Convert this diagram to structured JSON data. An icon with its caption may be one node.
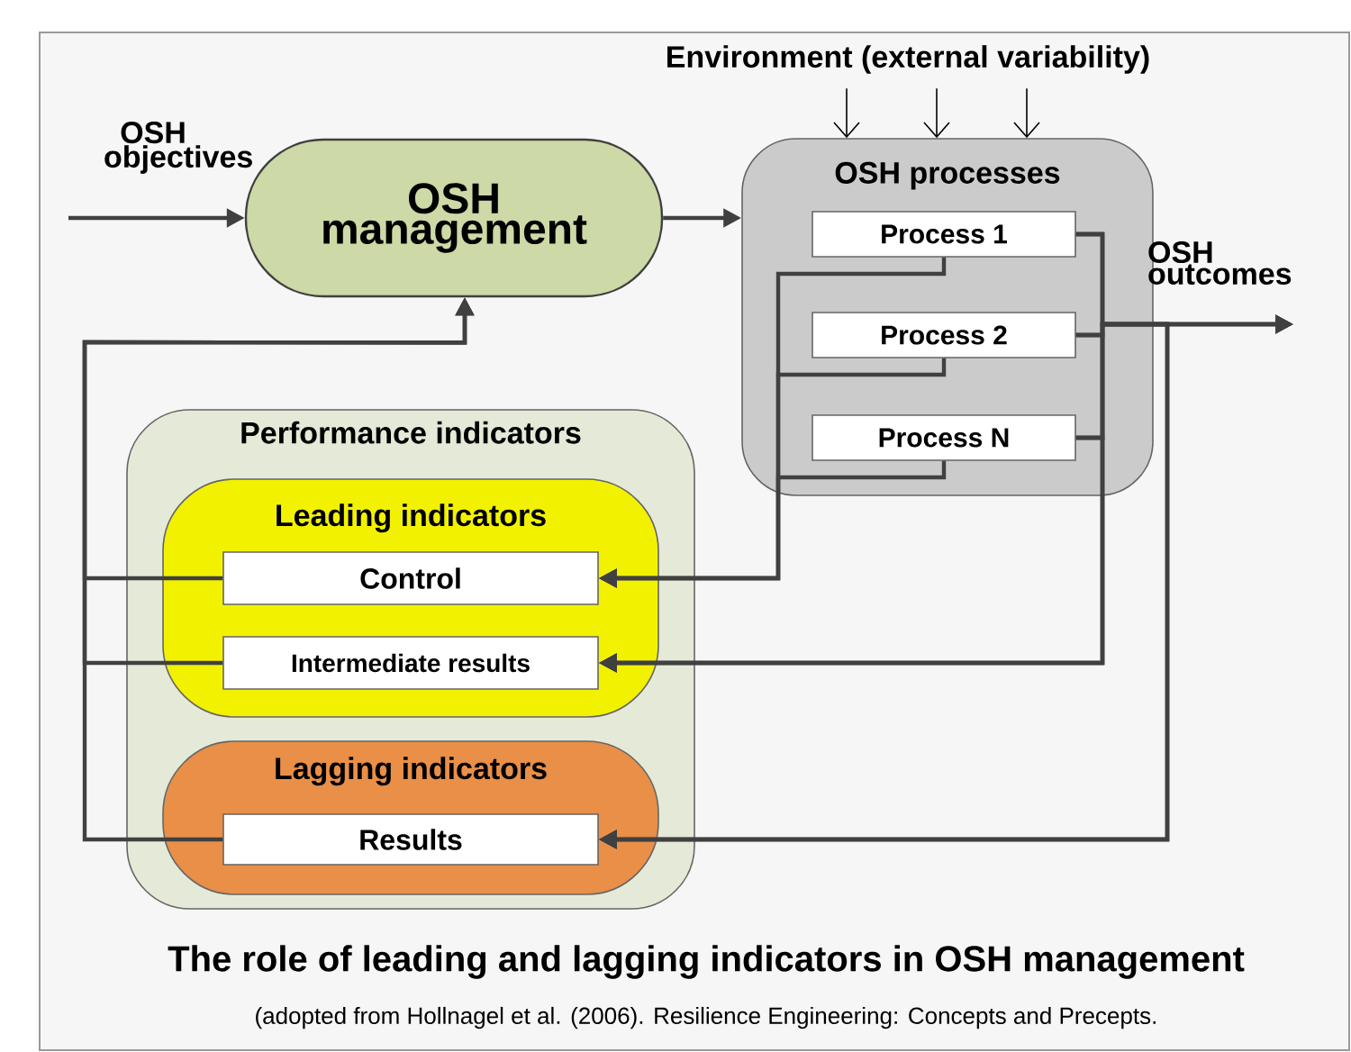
{
  "diagram": {
    "title": "The role of leading and lagging indicators in OSH management",
    "caption": "(adopted from Hollnagel et al. (2006). Resilience Engineering: Concepts and Precepts.",
    "nodes": [
      {
        "text": [
          "OSH management"
        ]
      },
      {
        "text": [
          "OSH processes"
        ]
      },
      {
        "text": [
          "Process 1"
        ],
        "in": 1
      },
      {
        "text": [
          "Process 2"
        ],
        "in": 1
      },
      {
        "text": [
          "Process N"
        ],
        "in": 1
      },
      {
        "text": [
          "Performance indicators"
        ]
      },
      {
        "text": [
          "Leading indicators"
        ],
        "in": 5
      },
      {
        "text": [
          "Control"
        ],
        "in": 6
      },
      {
        "text": [
          "Intermediate results"
        ],
        "in": 6
      },
      {
        "text": [
          "Lagging indicators"
        ],
        "in": 5
      },
      {
        "text": [
          "Results"
        ],
        "in": 9
      },
      {
        "text": [
          "Environment (external variability)"
        ]
      }
    ],
    "edges": [
      {
        "from": null,
        "to": 0,
        "arrow": "to",
        "label": "OSH objectives"
      },
      {
        "from": 0,
        "to": 1,
        "arrow": "to"
      },
      {
        "from": 11,
        "to": 1,
        "arrow": "to"
      },
      {
        "from": 11,
        "to": 1,
        "arrow": "to"
      },
      {
        "from": 11,
        "to": 1,
        "arrow": "to"
      },
      {
        "from": 2,
        "to": null,
        "arrow": "to",
        "label": "OSH outcomes"
      },
      {
        "from": 3,
        "to": null,
        "arrow": "to"
      },
      {
        "from": 4,
        "to": null,
        "arrow": "to"
      },
      {
        "from": 2,
        "to": 7,
        "arrow": "to"
      },
      {
        "from": 3,
        "to": 7,
        "arrow": "to"
      },
      {
        "from": 4,
        "to": 7,
        "arrow": "to"
      },
      {
        "from": 2,
        "to": 8,
        "arrow": "to"
      },
      {
        "from": 3,
        "to": 8,
        "arrow": "to"
      },
      {
        "from": 4,
        "to": 8,
        "arrow": "to"
      },
      {
        "from": 2,
        "to": 10,
        "arrow": "to"
      },
      {
        "from": 3,
        "to": 10,
        "arrow": "to"
      },
      {
        "from": 4,
        "to": 10,
        "arrow": "to"
      },
      {
        "from": 7,
        "to": 0,
        "arrow": "to"
      },
      {
        "from": 8,
        "to": 0,
        "arrow": "to"
      },
      {
        "from": 10,
        "to": 0,
        "arrow": "to"
      }
    ]
  }
}
